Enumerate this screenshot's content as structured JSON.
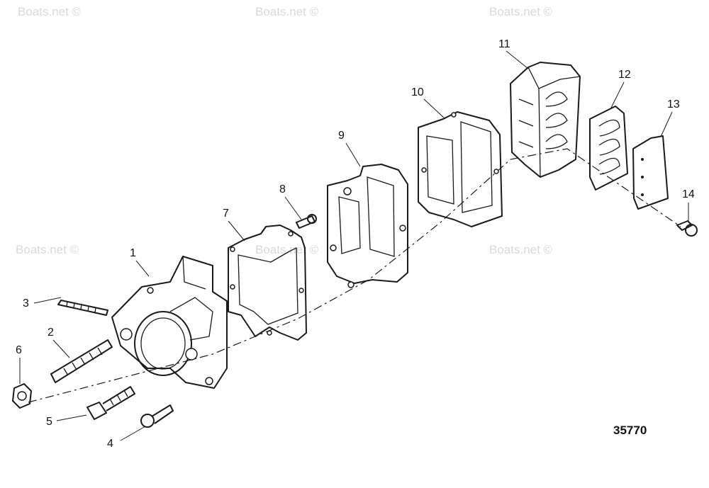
{
  "watermark": "Boats.net ©",
  "reference_number": "35770",
  "callouts": [
    "1",
    "2",
    "3",
    "4",
    "5",
    "6",
    "7",
    "8",
    "9",
    "10",
    "11",
    "12",
    "13",
    "14"
  ]
}
